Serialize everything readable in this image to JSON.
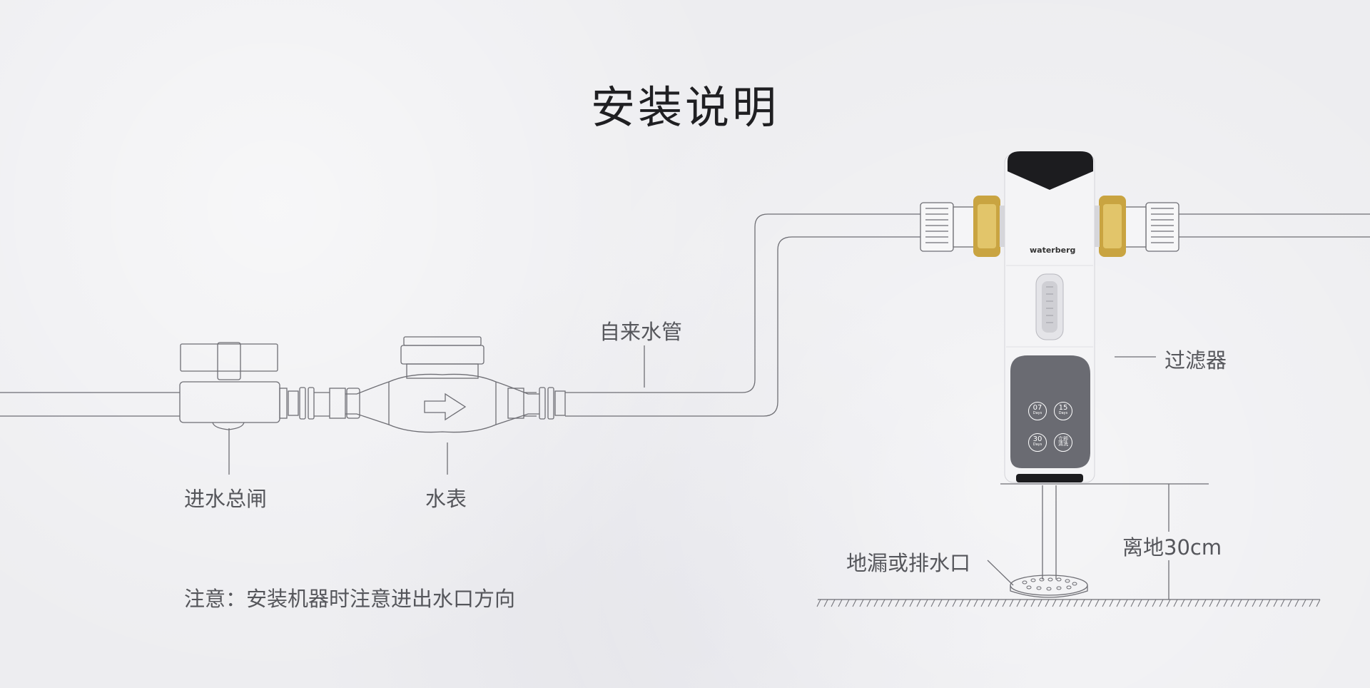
{
  "title": "安装说明",
  "labels": {
    "main_valve": "进水总闸",
    "water_meter": "水表",
    "tap_pipe": "自来水管",
    "filter": "过滤器",
    "floor_drain": "地漏或排水口",
    "height": "离地30cm"
  },
  "note": "注意：安装机器时注意进出水口方向",
  "device": {
    "brand": "waterberg",
    "buttons": [
      {
        "main": "07",
        "sub": "Days"
      },
      {
        "main": "15",
        "sub": "Days"
      },
      {
        "main": "30",
        "sub": "Days"
      },
      {
        "main": "立即",
        "sub": "清洗"
      }
    ]
  },
  "colors": {
    "line": "#6e6e74",
    "panel": "#6a6b72",
    "brass": "#c9a441",
    "device_body": "#f4f4f6",
    "device_cap": "#1c1c1f"
  }
}
